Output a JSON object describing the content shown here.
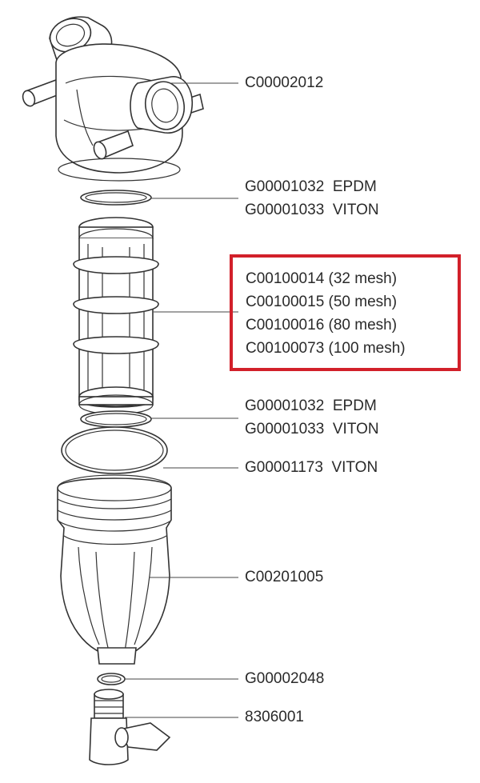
{
  "callouts": [
    {
      "id": "filter-head",
      "lines": [
        "C00002012"
      ]
    },
    {
      "id": "top-oring",
      "lines": [
        "G00001032  EPDM",
        "G00001033  VITON"
      ]
    },
    {
      "id": "screen-element",
      "lines": [
        "C00100014 (32 mesh)",
        "C00100015 (50 mesh)",
        "C00100016 (80 mesh)",
        "C00100073 (100 mesh)"
      ]
    },
    {
      "id": "bottom-oring",
      "lines": [
        "G00001032  EPDM",
        "G00001033  VITON"
      ]
    },
    {
      "id": "bowl-oring",
      "lines": [
        "G00001173  VITON"
      ]
    },
    {
      "id": "filter-bowl",
      "lines": [
        "C00201005"
      ]
    },
    {
      "id": "drain-oring",
      "lines": [
        "G00002048"
      ]
    },
    {
      "id": "drain-valve",
      "lines": [
        "8306001"
      ]
    }
  ],
  "highlight_color": "#d2202a"
}
